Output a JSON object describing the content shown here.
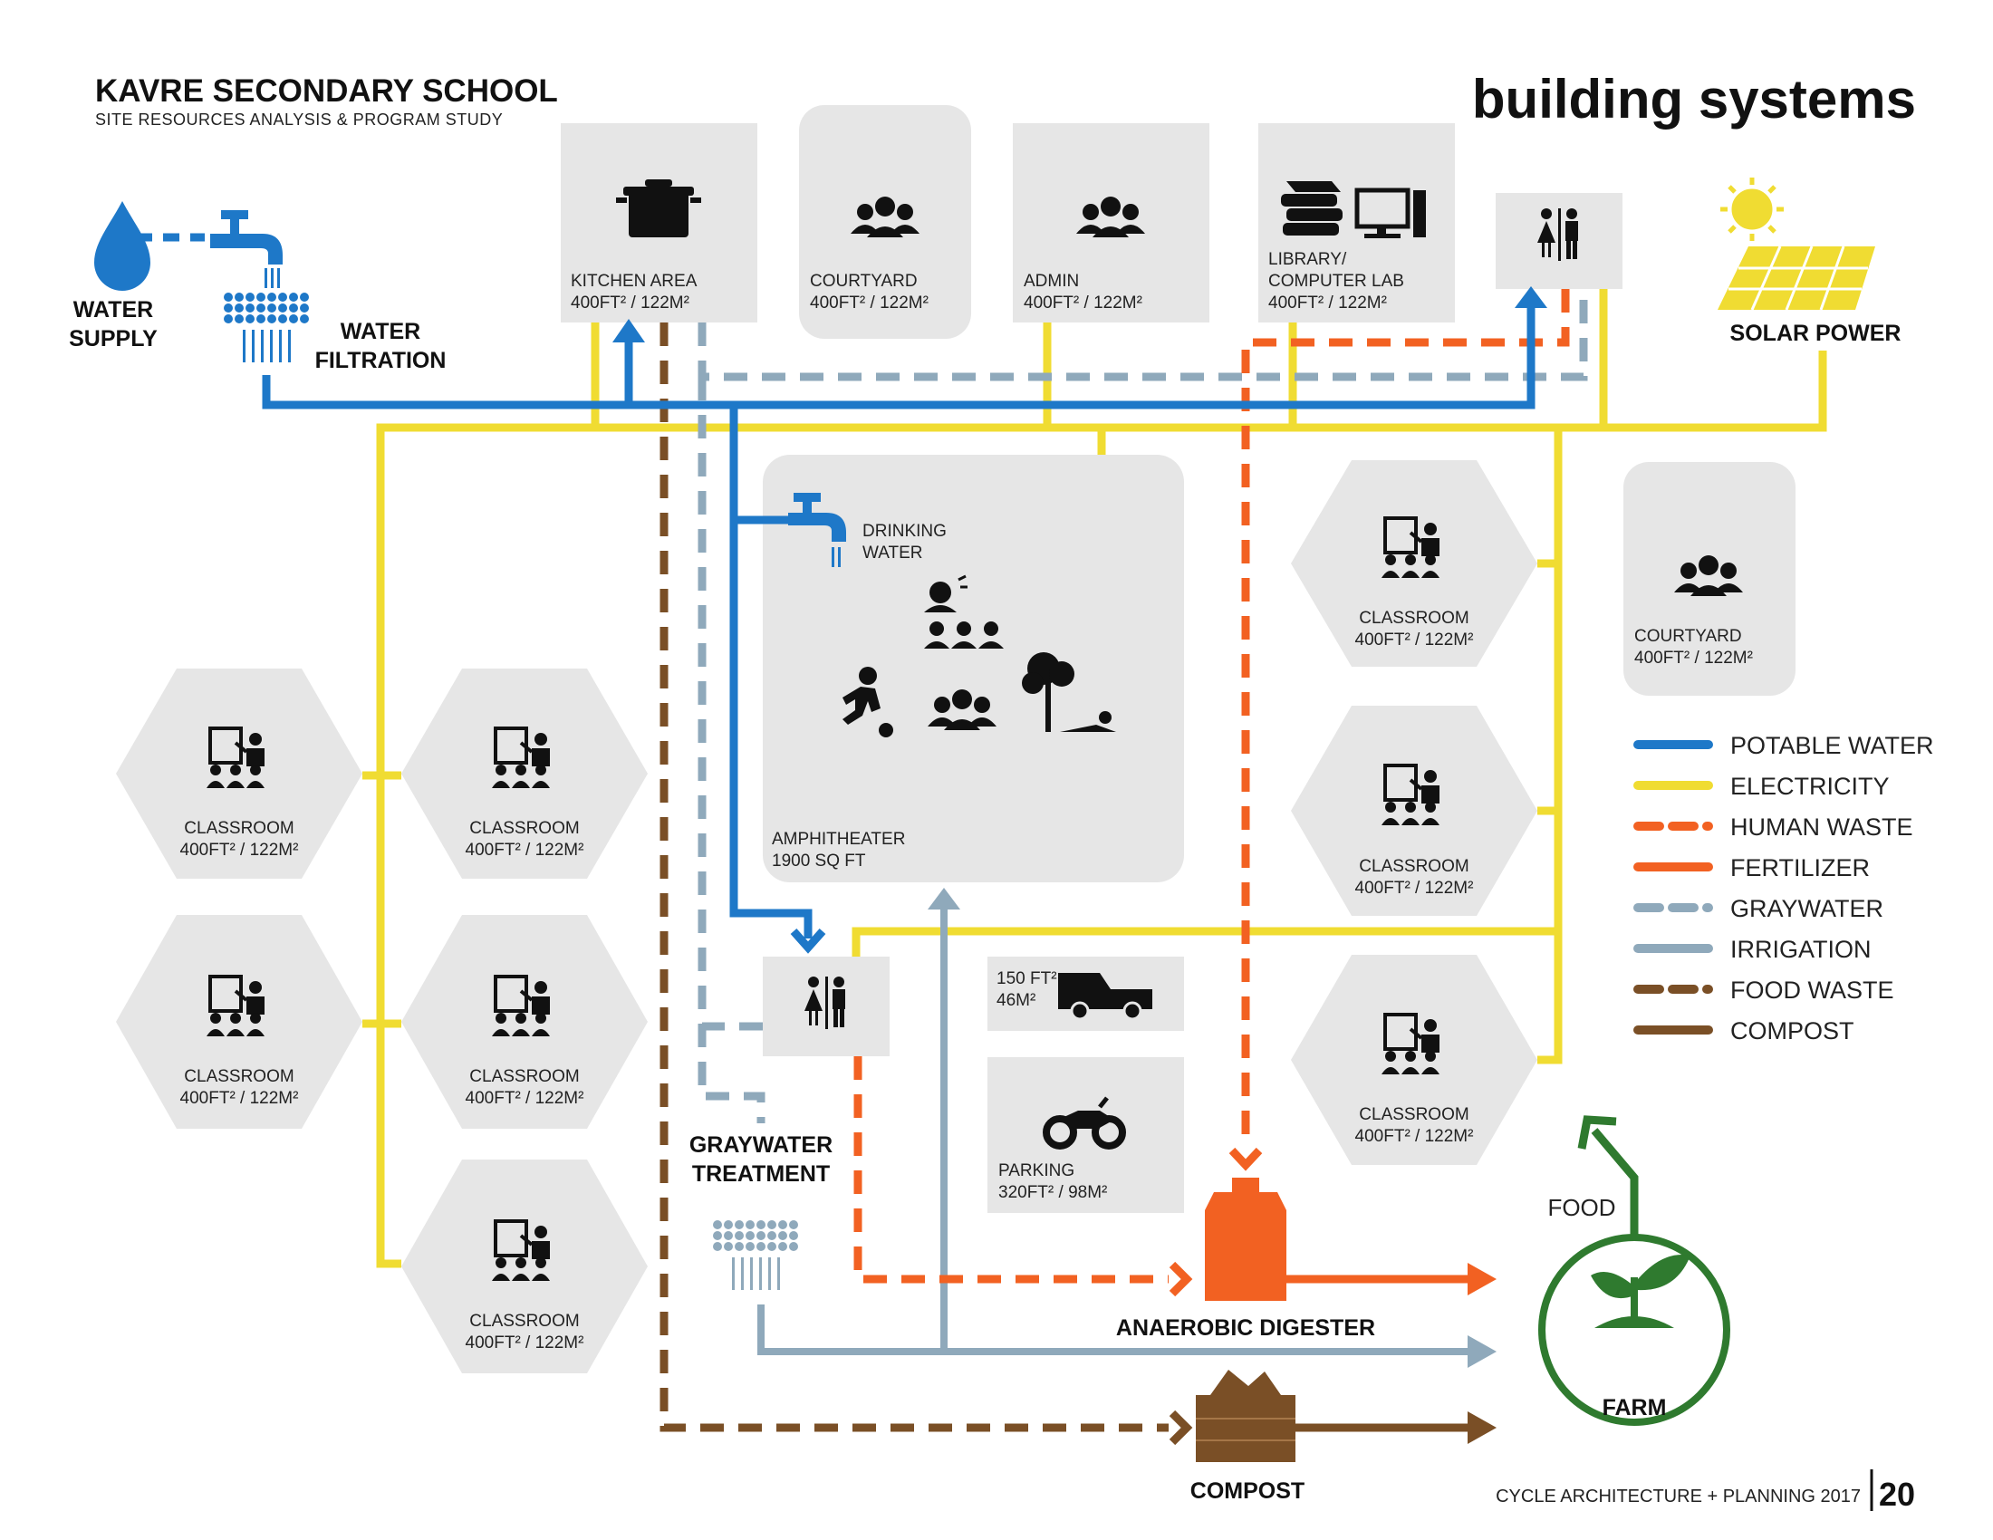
{
  "header": {
    "school_name": "KAVRE SECONDARY SCHOOL",
    "subtitle": "SITE RESOURCES ANALYSIS & PROGRAM STUDY",
    "page_title": "building systems"
  },
  "sources": {
    "water_supply": [
      "WATER",
      "SUPPLY"
    ],
    "water_filtration": [
      "WATER",
      "FILTRATION"
    ],
    "solar_power": "SOLAR POWER",
    "drinking_water": [
      "DRINKING",
      "WATER"
    ]
  },
  "rooms": {
    "kitchen": {
      "name": "KITCHEN AREA",
      "area": "400FT² / 122M²"
    },
    "courtyard_top": {
      "name": "COURTYARD",
      "area": "400FT² / 122M²"
    },
    "admin": {
      "name": "ADMIN",
      "area": "400FT² / 122M²"
    },
    "library": {
      "name_line1": "LIBRARY/",
      "name_line2": "COMPUTER LAB",
      "area": "400FT² / 122M²"
    },
    "courtyard_right": {
      "name": "COURTYARD",
      "area": "400FT² / 122M²"
    },
    "amphitheater": {
      "name": "AMPHITHEATER",
      "area": "1900 SQ FT"
    },
    "truck_parking": {
      "area_line1": "150 FT²",
      "area_line2": "46M²"
    },
    "parking": {
      "name": "PARKING",
      "area": "320FT² / 98M²"
    },
    "classroom": {
      "name": "CLASSROOM",
      "area": "400FT² / 122M²"
    }
  },
  "processes": {
    "graywater_treatment": [
      "GRAYWATER",
      "TREATMENT"
    ],
    "anaerobic_digester": "ANAEROBIC DIGESTER",
    "compost": "COMPOST",
    "farm": "FARM",
    "food": "FOOD"
  },
  "legend": [
    {
      "label": "POTABLE WATER",
      "color": "#1e78c8",
      "dashed": false
    },
    {
      "label": "ELECTRICITY",
      "color": "#f0dc32",
      "dashed": false
    },
    {
      "label": "HUMAN WASTE",
      "color": "#f26122",
      "dashed": true
    },
    {
      "label": "FERTILIZER",
      "color": "#f26122",
      "dashed": false
    },
    {
      "label": "GRAYWATER",
      "color": "#8fa9bb",
      "dashed": true
    },
    {
      "label": "IRRIGATION",
      "color": "#8fa9bb",
      "dashed": false
    },
    {
      "label": "FOOD WASTE",
      "color": "#7a4f26",
      "dashed": true
    },
    {
      "label": "COMPOST",
      "color": "#7a4f26",
      "dashed": false
    }
  ],
  "footer": {
    "credit": "CYCLE ARCHITECTURE + PLANNING 2017",
    "page_number": "20"
  },
  "colors": {
    "potable_water": "#1e78c8",
    "electricity": "#f0dc32",
    "human_waste": "#f26122",
    "graywater": "#8fa9bb",
    "food_waste": "#7a4f26",
    "farm": "#2f7a2f",
    "room_fill": "#e6e6e6"
  },
  "icons": [
    "water-drop-icon",
    "faucet-icon",
    "filter-icon",
    "pot-icon",
    "group-icon",
    "toilet-icon",
    "books-icon",
    "computer-icon",
    "sun-icon",
    "solar-panel-icon",
    "teacher-icon",
    "truck-icon",
    "motorcycle-icon",
    "digester-tank-icon",
    "compost-bin-icon",
    "plant-icon"
  ]
}
